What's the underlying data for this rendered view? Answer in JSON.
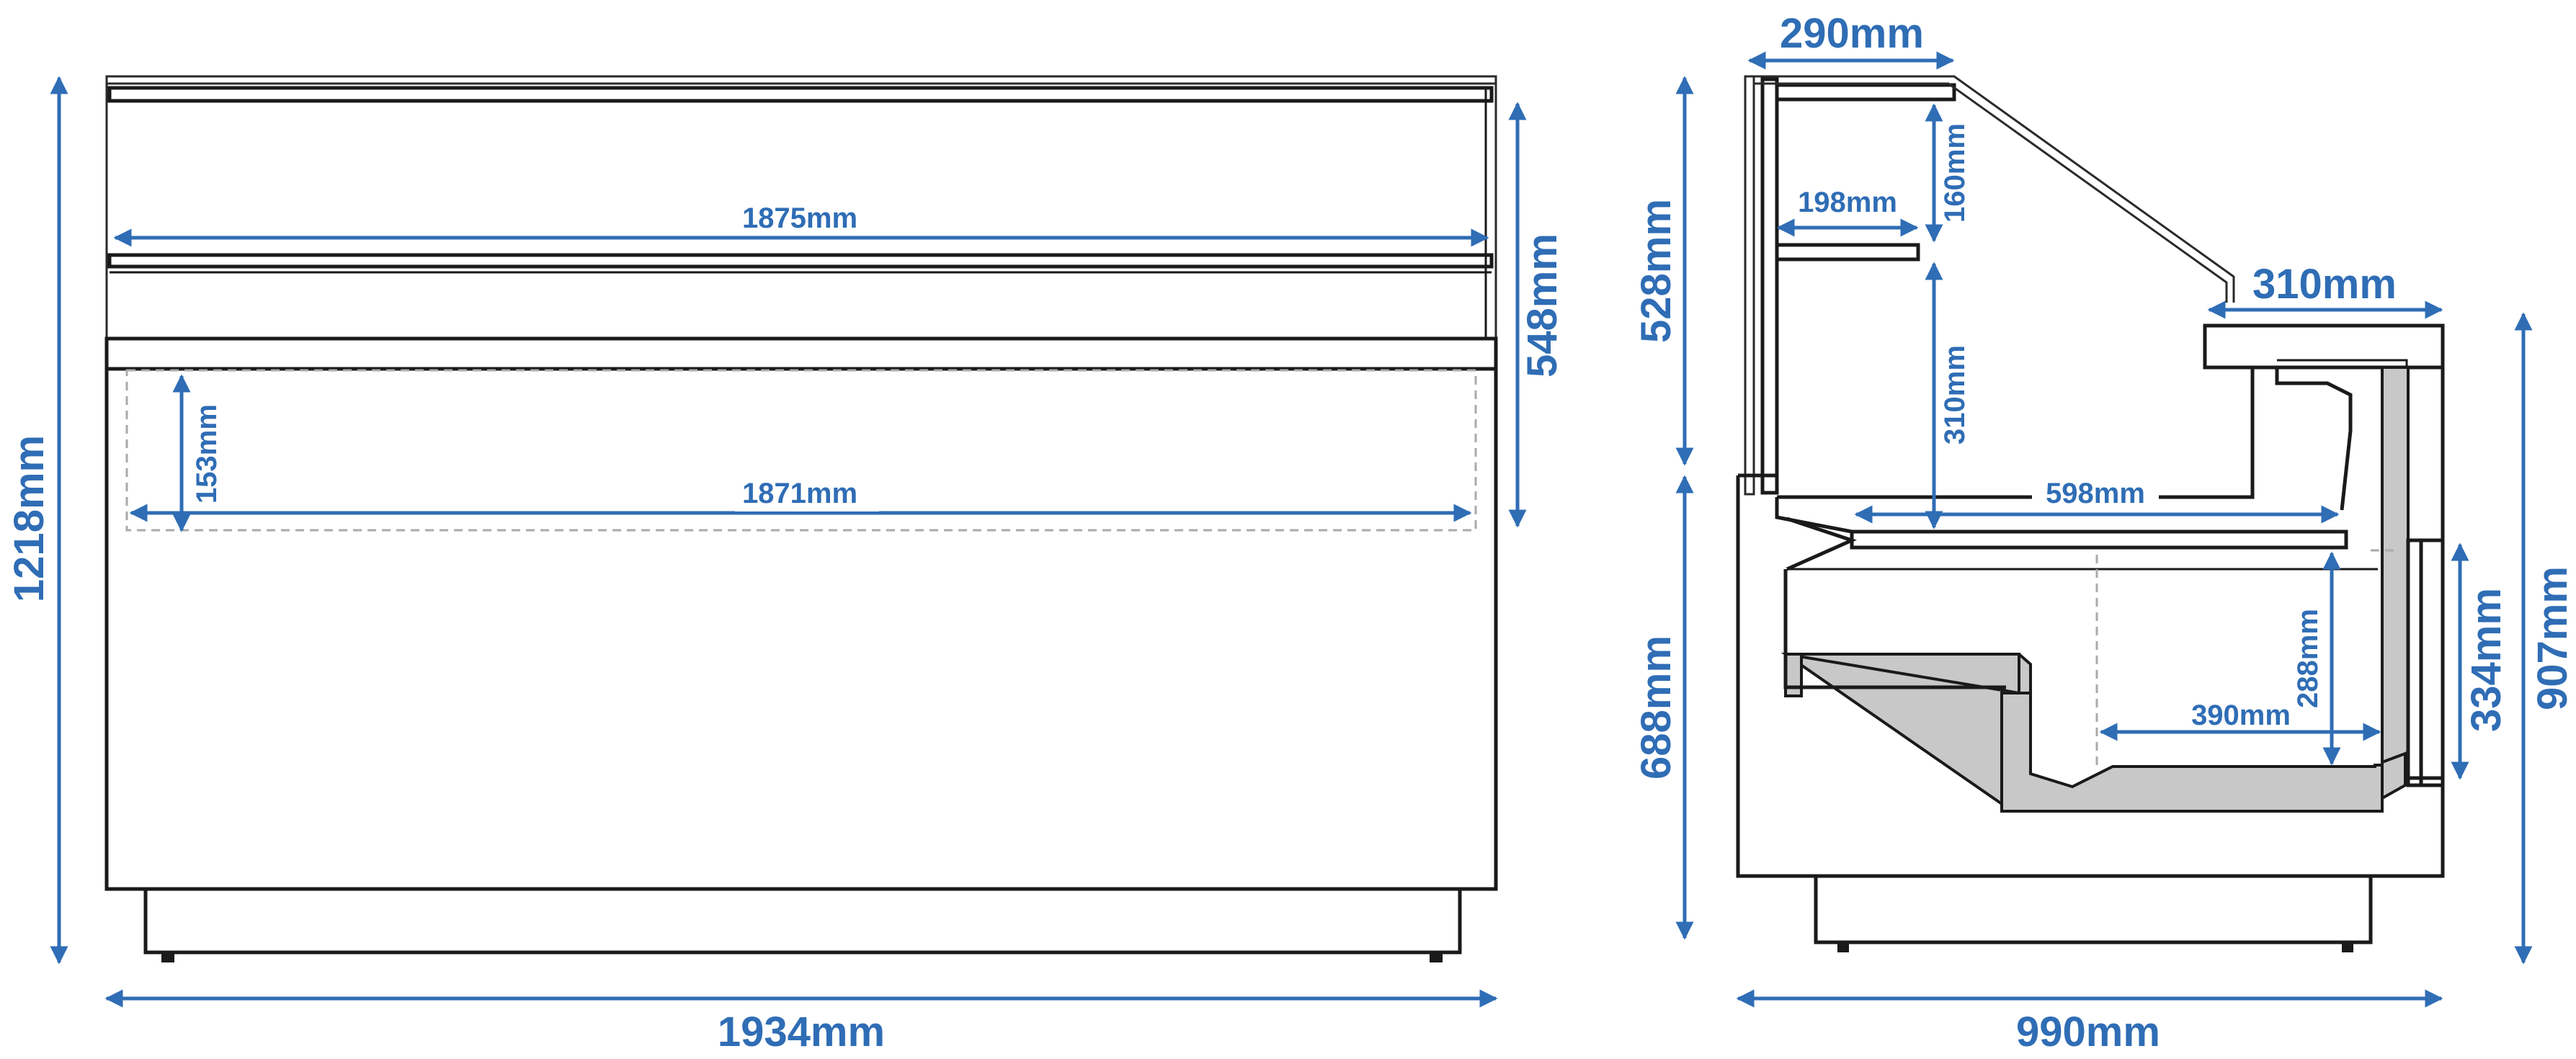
{
  "front_view": {
    "width_label": "1934mm",
    "height_label": "1218mm",
    "glass_height_label": "548mm",
    "upper_shelf_label": "1875mm",
    "deck_width_label": "1871mm",
    "deck_depth_label": "153mm"
  },
  "side_view": {
    "depth_label": "990mm",
    "top_shelf_label": "290mm",
    "shelf_label": "198mm",
    "shelf_gap_label": "160mm",
    "lower_gap_label": "310mm",
    "superstructure_label": "528mm",
    "counter_label": "310mm",
    "deck_label": "598mm",
    "base_label": "688mm",
    "well_height_label": "288mm",
    "well_width_label": "390mm",
    "rear_panel_label": "334mm",
    "total_height_label": "907mm"
  },
  "colors": {
    "dimension": "#2f6db5",
    "outline": "#1a1a1a",
    "insulation": "#c8c8c8"
  }
}
